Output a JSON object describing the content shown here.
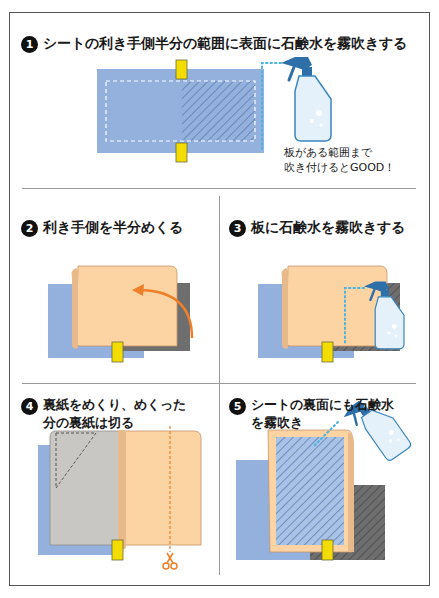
{
  "diagram": {
    "nodes": [
      {
        "text": [
          "シートの利き手側半分の範囲に表面に石鹸水を霧吹きする"
        ]
      },
      {
        "text": [
          "1"
        ],
        "in": 0
      },
      {
        "text": [
          "利き手側を半分めくる"
        ]
      },
      {
        "text": [
          "2"
        ],
        "in": 2
      },
      {
        "text": [
          "板に石鹸水を霧吹きする"
        ]
      },
      {
        "text": [
          "3"
        ],
        "in": 4
      },
      {
        "text": [
          "裏紙をめくり、めくった 分の裏紙は切る"
        ]
      },
      {
        "text": [
          "4"
        ],
        "in": 6
      },
      {
        "text": [
          "シートの裏面にも石鹸水 を霧吹き"
        ]
      },
      {
        "text": [
          "5"
        ],
        "in": 8
      }
    ],
    "labels": [
      "板がある範囲まで 吹き付けるとGOOD！"
    ]
  }
}
